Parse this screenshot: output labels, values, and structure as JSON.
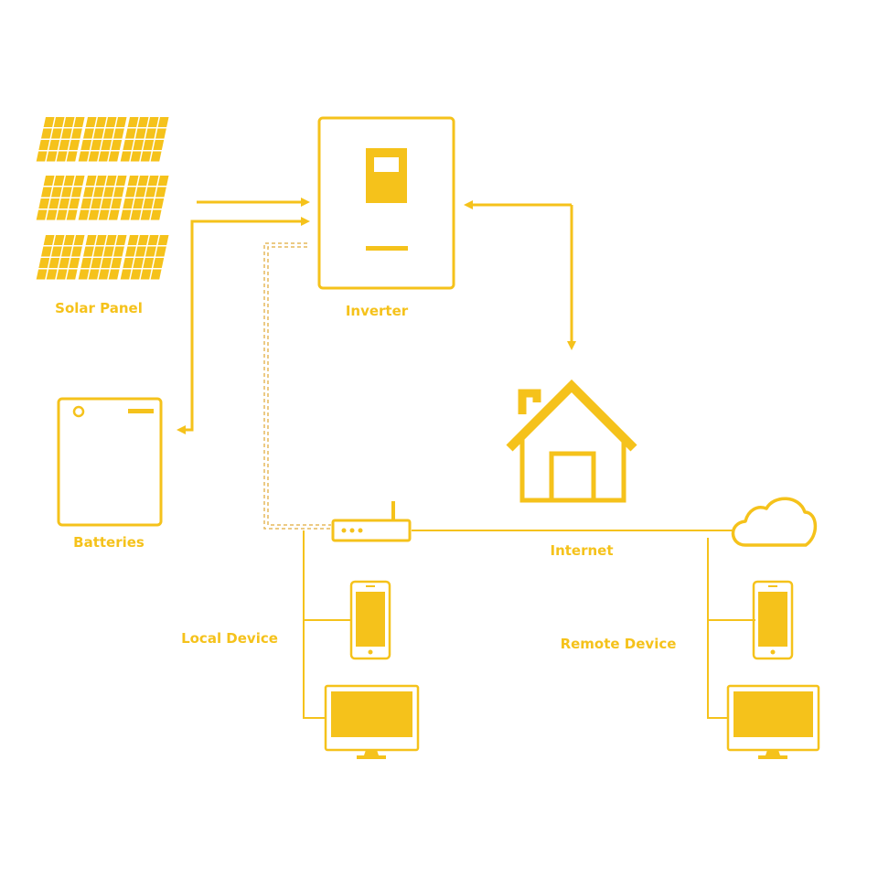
{
  "labels": {
    "solar_panel": "Solar Panel",
    "inverter": "Inverter",
    "batteries": "Batteries",
    "internet": "Internet",
    "local_device": "Local Device",
    "remote_device": "Remote Device"
  },
  "colors": {
    "accent": "#F5C21B",
    "background": "#FFFFFF",
    "dashed_line": "#E6B85C"
  },
  "icons": {
    "solar": "solar-panel-icon",
    "inverter": "inverter-icon",
    "battery": "battery-icon",
    "house": "house-icon",
    "router": "router-icon",
    "cloud": "cloud-icon",
    "phone": "smartphone-icon",
    "monitor": "monitor-icon"
  }
}
